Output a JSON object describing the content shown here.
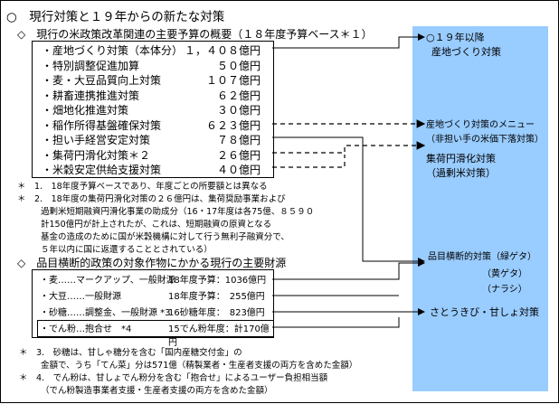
{
  "title": "○　現行対策と１９年からの新たな対策",
  "section1_heading": "◇　現行の米政策改革関連の主要予算の概要（１８年度予算ベース＊１）",
  "budget_items": [
    {
      "label": "・産地づくり対策（本体分）",
      "value": "１，４０８億円"
    },
    {
      "label": "・特別調整促進加算",
      "value": "５０億円"
    },
    {
      "label": "・麦・大豆品質向上対策",
      "value": "１０７億円"
    },
    {
      "label": "・耕畜連携推進対策",
      "value": "６２億円"
    },
    {
      "label": "・畑地化推進対策",
      "value": "３０億円"
    },
    {
      "label": "・稲作所得基盤確保対策",
      "value": "６２３億円"
    },
    {
      "label": "・担い手経営安定対策",
      "value": "７８億円"
    },
    {
      "label": "・集荷円滑化対策＊２",
      "value": "２６億円"
    },
    {
      "label": "・米穀安定供給支援対策",
      "value": "４０億円"
    }
  ],
  "notes1": [
    "＊　1.　18年度予算ベースであり、年度ごとの所要額とは異なる",
    "＊　2.　18年度の集荷円滑化対策の２６億円は、集荷奨励事業および",
    "過剰米短期融資円滑化事業の助成分（16・17年度は各75億、８５９０",
    "計150億円が計上されたが、これは、短期融資の原資となる",
    "基金の造成のために国が米穀機構に対して行う無利子融資分で、",
    "５年以内に国に返還することとされている）"
  ],
  "section2_heading": "◇　品目横断的政策の対象作物にかかる現行の主要財源",
  "crop_items": [
    {
      "label": "・麦……マークアップ、一般財源",
      "value": "18年度予算：1036億円"
    },
    {
      "label": "・大豆……一般財源",
      "value": "18年度予算：　255億円"
    },
    {
      "label": "・砂糖……調整金、一般財源 *3",
      "value": "16砂糖年度：　823億円"
    },
    {
      "label": "・でん粉…抱合せ　*4",
      "value": "15でん粉年度：計170億円"
    }
  ],
  "notes2": [
    "＊　3.　砂糖は、甘しゃ糖分を含む「国内産糖交付金」の",
    "金額で、うち「てん菜」分は571億（精製業者・生産者支援の両方を含めた金額）",
    "＊　4.　でん粉は、甘しょでん粉分を含む「抱合せ」によるユーザー負担相当額",
    "（でん粉製造事業者支援・生産者支援の両方を含めた金額）"
  ],
  "right_panel": {
    "since19": "○１９年以降",
    "sanchi": "産地づくり対策",
    "menu1": "産地づくり対策のメニュー",
    "menu2": "（非担い手の米価下落対策）",
    "shuka1": "集荷円滑化対策",
    "shuka2": "（過剰米対策）",
    "hinmoku": "品目横断的対策（緑ゲタ）",
    "kigeta": "（黄ゲタ）",
    "narashi": "（ナラシ）",
    "satou": "さとうきび・甘しょ対策"
  },
  "colors": {
    "panel": "#99ccff"
  }
}
